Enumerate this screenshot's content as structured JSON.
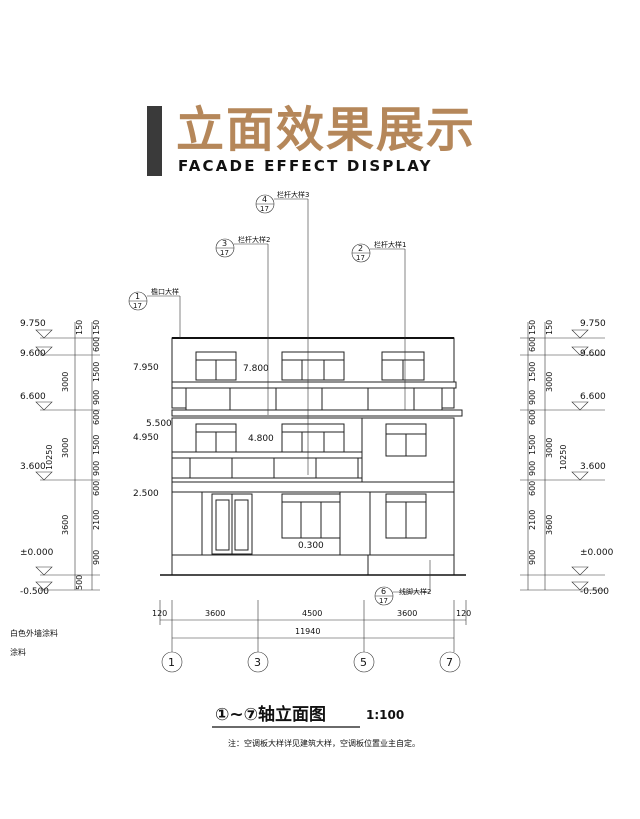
{
  "header": {
    "title": "立面效果展示",
    "subtitle": "FACADE EFFECT DISPLAY"
  },
  "callouts": [
    {
      "num": "1",
      "ref": "17",
      "label": "檐口大样"
    },
    {
      "num": "3",
      "ref": "17",
      "label": "栏杆大样2"
    },
    {
      "num": "4",
      "ref": "17",
      "label": "栏杆大样3"
    },
    {
      "num": "2",
      "ref": "17",
      "label": "栏杆大样1"
    },
    {
      "num": "6",
      "ref": "17",
      "label": "线脚大样2"
    }
  ],
  "levels_left": [
    "9.750",
    "9.600",
    "7.950",
    "6.600",
    "5.500",
    "4.950",
    "3.600",
    "2.500",
    "±0.000",
    "-0.500"
  ],
  "levels_right": [
    "9.750",
    "9.600",
    "6.600",
    "3.600",
    "±0.000",
    "-0.500"
  ],
  "inner_levels": [
    "7.800",
    "4.800",
    "0.300"
  ],
  "vertical_dims": [
    "150",
    "150",
    "600",
    "1500",
    "900",
    "600",
    "1500",
    "900",
    "600",
    "2100",
    "900",
    "500"
  ],
  "floor_dims": [
    "3000",
    "3000",
    "3600"
  ],
  "total_height": "10250",
  "horizontal_dims": [
    "120",
    "3600",
    "4500",
    "3600",
    "120"
  ],
  "total_width": "11940",
  "axes": [
    "1",
    "3",
    "5",
    "7"
  ],
  "side_notes": [
    "白色外墙涂料",
    "涂料"
  ],
  "drawing_title": "①~⑦轴立面图",
  "scale": "1:100",
  "note": "注：空调板大样详见建筑大样，空调板位置业主自定。"
}
